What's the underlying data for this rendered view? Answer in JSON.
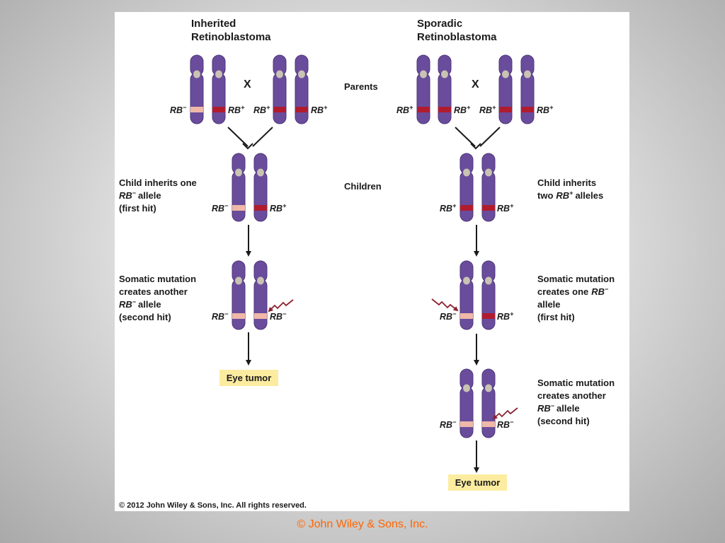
{
  "titles": {
    "inherited": [
      "Inherited",
      "Retinoblastoma"
    ],
    "sporadic": [
      "Sporadic",
      "Retinoblastoma"
    ]
  },
  "stages": {
    "parents": "Parents",
    "children": "Children"
  },
  "cross_symbol": "X",
  "allele_labels": {
    "rb_minus": {
      "base": "RB",
      "sup": "−"
    },
    "rb_plus": {
      "base": "RB",
      "sup": "+"
    }
  },
  "inherited_notes": {
    "child": [
      "Child inherits one",
      "allele",
      "(first hit)"
    ],
    "somatic": [
      "Somatic mutation",
      "creates another",
      "allele",
      "(second hit)"
    ]
  },
  "sporadic_notes": {
    "child": [
      "Child inherits",
      "two",
      "alleles"
    ],
    "somatic1": [
      "Somatic mutation",
      "creates one",
      "allele",
      "(first hit)"
    ],
    "somatic2": [
      "Somatic mutation",
      "creates another",
      "allele",
      "(second hit)"
    ]
  },
  "result": "Eye tumor",
  "copyright": "© 2012 John Wiley & Sons, Inc. All rights reserved.",
  "footer": "© John Wiley & Sons, Inc.",
  "colors": {
    "chromosome": "#6a4c9c",
    "chromosome_edge": "#4e3679",
    "centromere": "#c9c3b4",
    "allele_plus": "#b01c2e",
    "allele_minus": "#f0b8a8",
    "tumor_box": "#fbeca0",
    "mutation_arrow": "#8b2232",
    "footer_text": "#ff6600"
  }
}
